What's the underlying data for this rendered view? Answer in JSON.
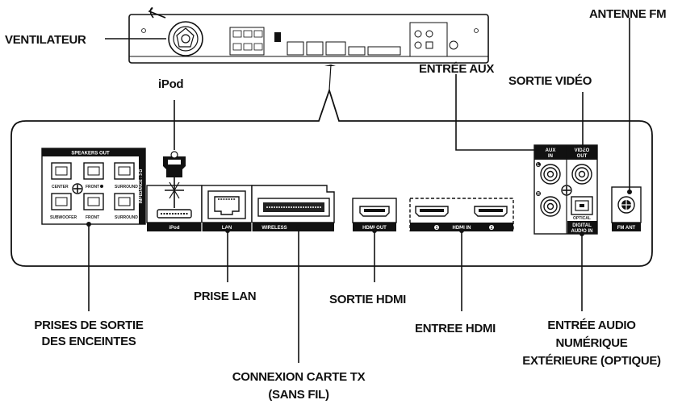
{
  "callouts": {
    "ventilateur": "VENTILATEUR",
    "ipod": "iPod",
    "entree_aux": "ENTRÉE AUX",
    "sortie_video": "SORTIE VIDÉO",
    "antenne_fm": "ANTENNE FM",
    "prise_lan": "PRISE LAN",
    "sortie_hdmi": "SORTIE HDMI",
    "entree_hdmi": "ENTREE HDMI",
    "prises_sortie_l1": "PRISES DE SORTIE",
    "prises_sortie_l2": "DES ENCEINTES",
    "entree_audio_l1": "ENTRÉE AUDIO",
    "entree_audio_l2": "NUMÉRIQUE",
    "entree_audio_l3": "EXTÉRIEURE (OPTIQUE)",
    "connexion_l1": "CONNEXION CARTE TX",
    "connexion_l2": "(SANS FIL)"
  },
  "panel": {
    "speakers_out": "SPEAKERS OUT",
    "impedance": "IMPEDANCE : 3 Ω",
    "center": "CENTER",
    "front_r": "FRONT",
    "surround_r": "SURROUND",
    "subwoofer": "SUBWOOFER",
    "front_l": "FRONT",
    "surround_l": "SURROUND",
    "ipod": "iPod",
    "lan": "LAN",
    "wireless": "WIRELESS",
    "hdmi_out": "HDMI OUT",
    "hdmi_in": "HDMI IN",
    "aux_in_1": "AUX",
    "aux_in_2": "IN",
    "video_out_1": "VIDEO",
    "video_out_2": "OUT",
    "optical": "OPTICAL",
    "digital_audio_1": "DIGITAL",
    "digital_audio_2": "AUDIO IN",
    "fm_ant": "FM ANT",
    "aux_l": "L",
    "aux_r": "R",
    "hdmi_in_1": "1",
    "hdmi_in_2": "2"
  },
  "colors": {
    "ink": "#111111",
    "panel_fill": "#ffffff",
    "label_bar": "#1a1a1a"
  }
}
